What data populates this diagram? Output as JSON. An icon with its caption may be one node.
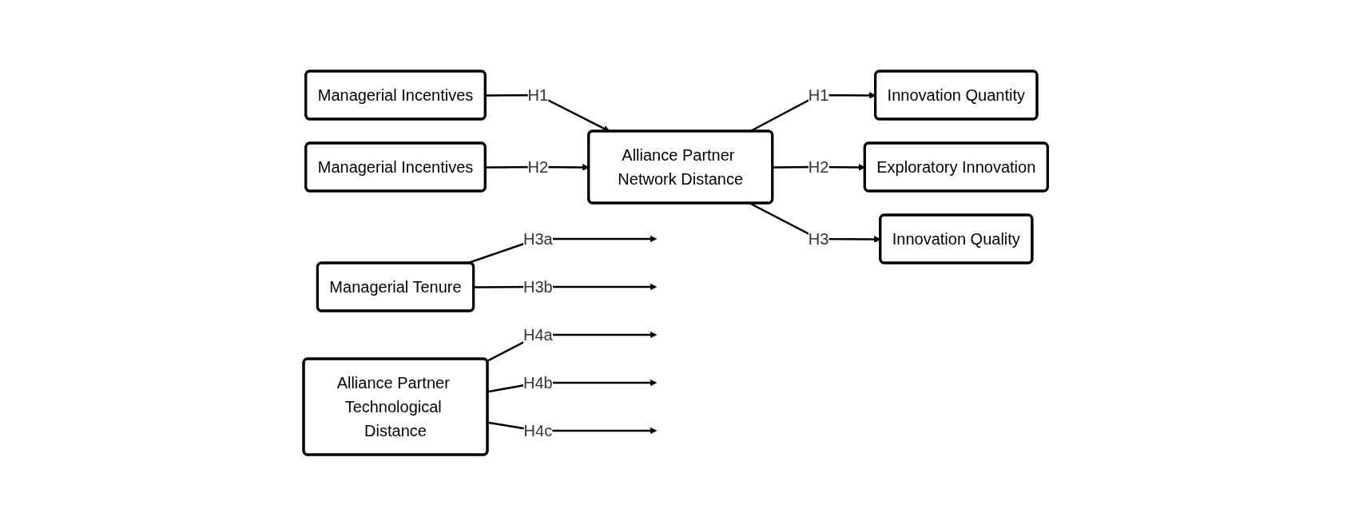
{
  "diagram": {
    "nodes": [
      {
        "text": [
          "Managerial Incentives"
        ]
      },
      {
        "text": [
          "Managerial Tenure"
        ]
      },
      {
        "text": [
          "Managerial Incentives"
        ]
      },
      {
        "text": [
          "Alliance Partner Network Distance"
        ]
      },
      {
        "text": [
          "Innovation Quantity"
        ]
      },
      {
        "text": [
          "Exploratory Innovation"
        ]
      },
      {
        "text": [
          "Innovation Quality"
        ]
      },
      {
        "text": [
          "Alliance Partner Technological Distance"
        ]
      }
    ],
    "edges": [
      {
        "from": 0,
        "to": 3,
        "arrow": "to",
        "label": "H1"
      },
      {
        "from": 1,
        "to": null,
        "arrow": "to",
        "label": "H3a"
      },
      {
        "from": 1,
        "to": null,
        "arrow": "to",
        "label": "H3b"
      },
      {
        "from": 2,
        "to": 3,
        "arrow": "to",
        "label": "H2"
      },
      {
        "from": 3,
        "to": 4,
        "arrow": "to",
        "label": "H1"
      },
      {
        "from": 3,
        "to": 5,
        "arrow": "to",
        "label": "H2"
      },
      {
        "from": 3,
        "to": 6,
        "arrow": "to",
        "label": "H3"
      },
      {
        "from": 7,
        "to": null,
        "arrow": "to",
        "label": "H4a"
      },
      {
        "from": 7,
        "to": null,
        "arrow": "to",
        "label": "H4b"
      },
      {
        "from": 7,
        "to": null,
        "arrow": "to",
        "label": "H4c"
      }
    ]
  }
}
